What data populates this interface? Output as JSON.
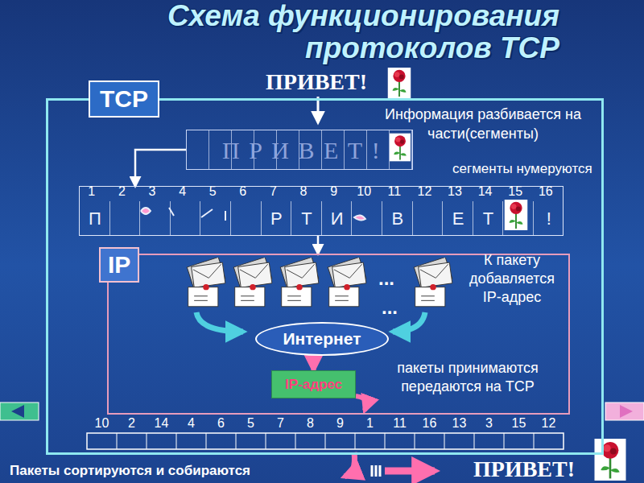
{
  "diagram": {
    "title": "Схема функционирования протоколов TCP",
    "nodes": [
      {
        "text": [
          "TCP"
        ]
      },
      {
        "text": [
          "П Р И В Е Т !"
        ],
        "in": 0
      },
      {
        "text": [
          "П",
          "Р",
          "Т",
          "И",
          "В",
          "Е",
          "Т",
          "!"
        ],
        "in": 0
      },
      {
        "text": [
          "IP"
        ],
        "in": 0
      },
      {
        "text": [
          "Интернет"
        ],
        "in": 3
      },
      {
        "text": [
          "IP-адрес"
        ],
        "in": 3
      }
    ],
    "edges": [
      {
        "from": 1,
        "to": 2,
        "arrow": "to"
      },
      {
        "from": 2,
        "to": 3,
        "arrow": "to"
      },
      {
        "from": 4,
        "to": 5,
        "arrow": "to"
      }
    ],
    "labels": [
      "ПРИВЕТ!",
      "Информация разбивается на части(сегменты)",
      "сегменты нумеруются",
      "1",
      "2",
      "3",
      "4",
      "5",
      "6",
      "7",
      "8",
      "9",
      "10",
      "11",
      "12",
      "13",
      "14",
      "15",
      "16",
      "К пакету добавляется IP-адрес",
      "...",
      "...",
      "пакеты принимаются передаются на TCP",
      "10",
      "2",
      "14",
      "4",
      "6",
      "5",
      "7",
      "8",
      "9",
      "1",
      "11",
      "16",
      "13",
      "3",
      "15",
      "12",
      "Пакеты сортируются и собираются",
      "ПРИВЕТ!"
    ]
  }
}
